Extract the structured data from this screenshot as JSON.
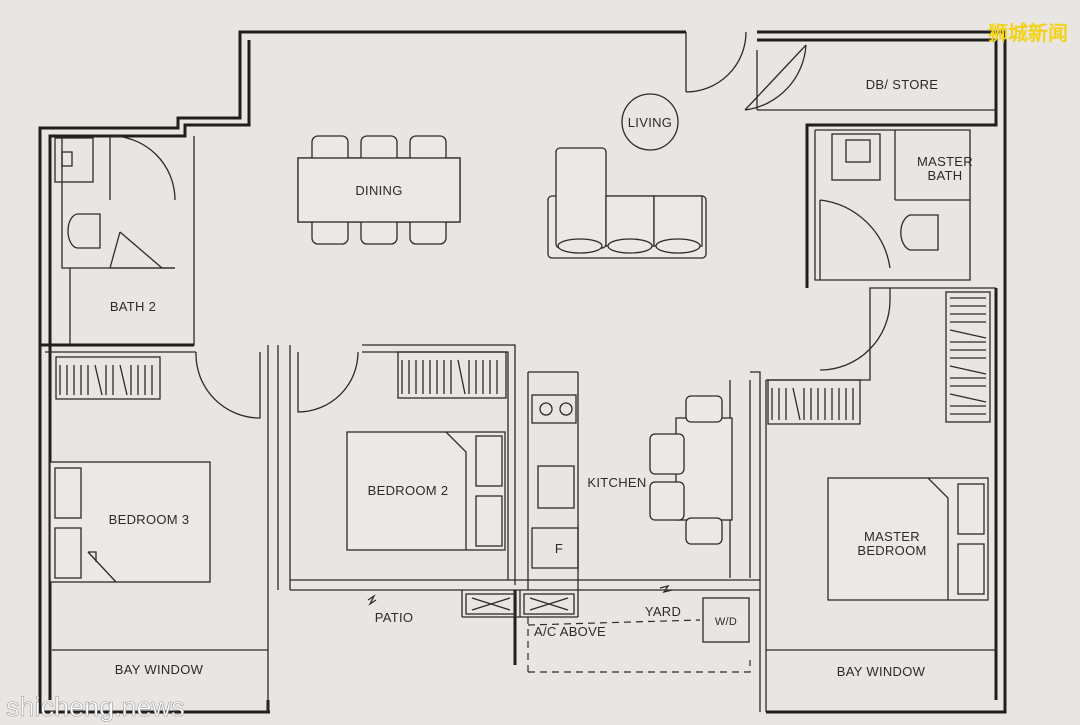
{
  "rooms": {
    "living": "LIVING",
    "dining": "DINING",
    "db_store": "DB/ STORE",
    "master_bath_line1": "MASTER",
    "master_bath_line2": "BATH",
    "bath2": "BATH 2",
    "bedroom3": "BEDROOM 3",
    "bedroom2": "BEDROOM 2",
    "kitchen": "KITCHEN",
    "fridge": "F",
    "master_bedroom_line1": "MASTER",
    "master_bedroom_line2": "BEDROOM",
    "patio": "PATIO",
    "yard": "YARD",
    "washer_dryer": "W/D",
    "ac_above": "A/C ABOVE",
    "bay_window_left": "BAY WINDOW",
    "bay_window_right": "BAY WINDOW"
  },
  "watermarks": {
    "top_right": "狮城新闻",
    "bottom_left": "shicheng.news"
  },
  "colors": {
    "background": "#e9e5e2",
    "walls": "#1f1f1f",
    "watermark_cn": "#f3d21a"
  }
}
